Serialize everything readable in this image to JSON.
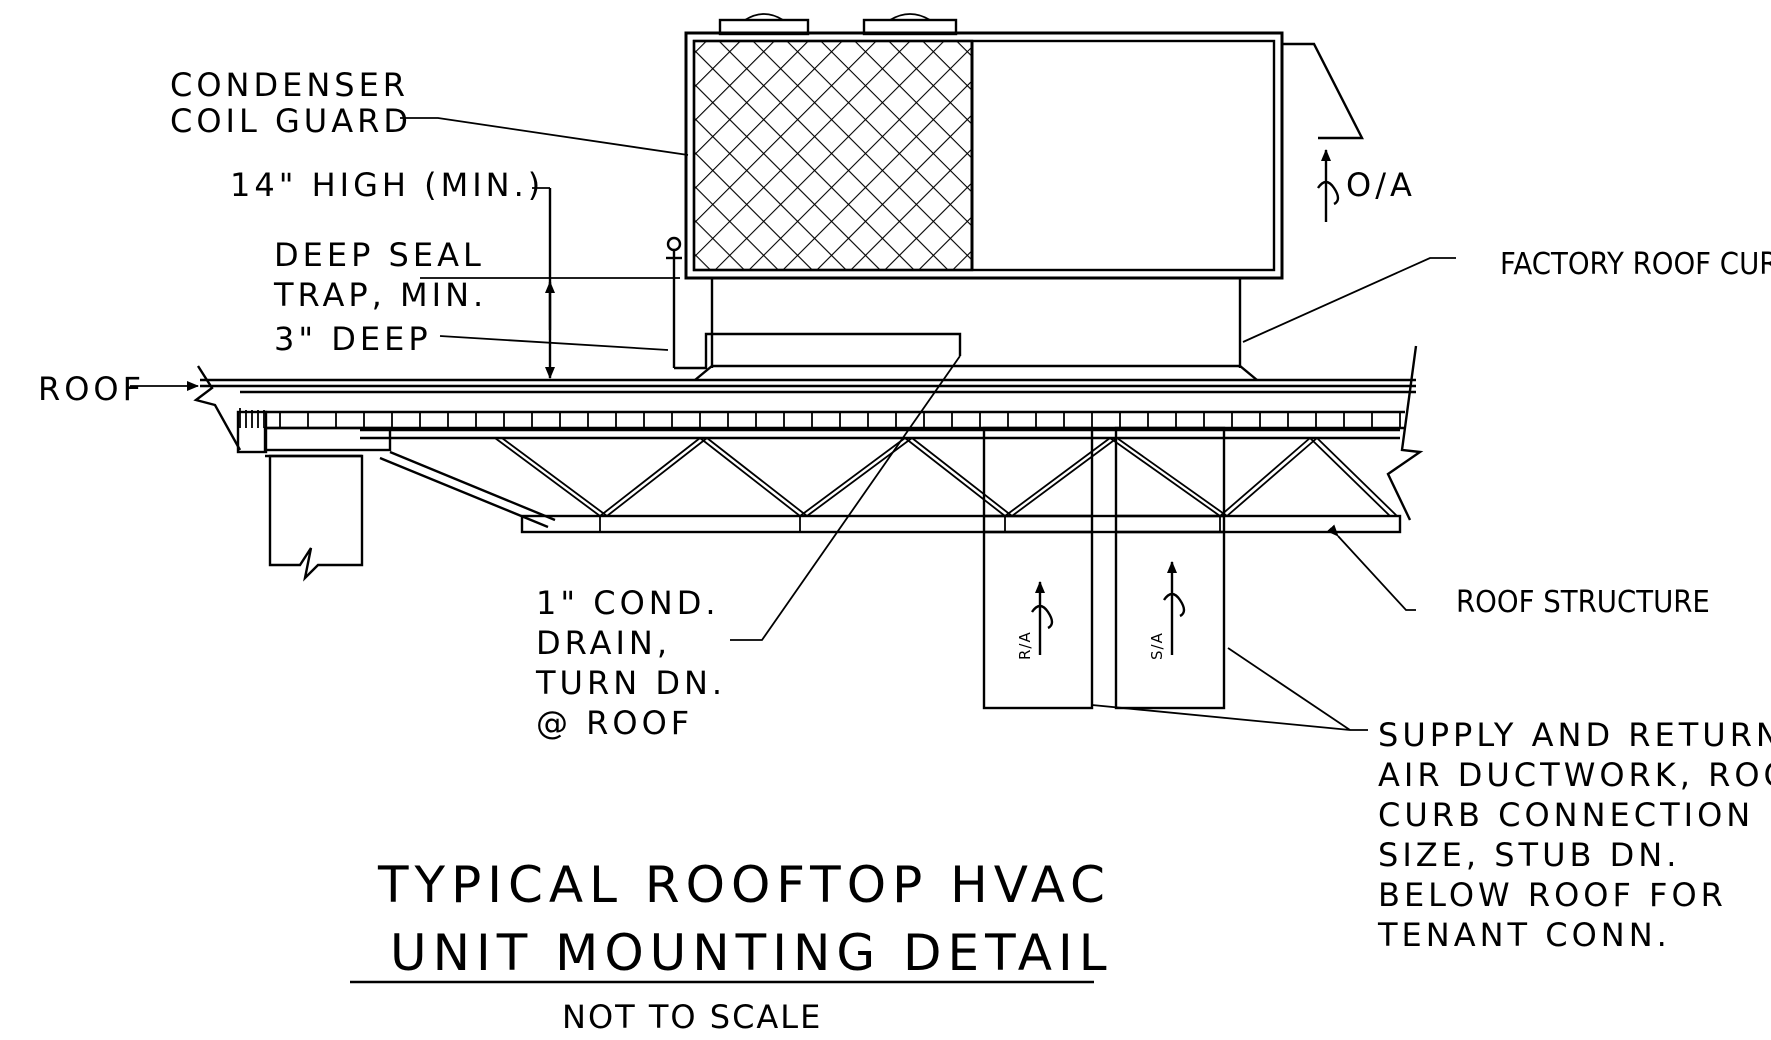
{
  "labels": {
    "condenser_line1": "CONDENSER",
    "condenser_line2": "COIL GUARD",
    "high_min": "14\" HIGH (MIN.)",
    "trap_line1": "DEEP SEAL",
    "trap_line2": "TRAP, MIN.",
    "trap_line3": "3\" DEEP",
    "roof": "ROOF",
    "outside_air": "O/A",
    "factory_roof_curb": "FACTORY ROOF CURB",
    "roof_structure": "ROOF STRUCTURE",
    "return_air": "R/A",
    "supply_air": "S/A",
    "drain_line1": "1\" COND.",
    "drain_line2": "DRAIN,",
    "drain_line3": "TURN DN.",
    "drain_line4": "@ ROOF",
    "duct_line1": "SUPPLY AND RETURN",
    "duct_line2": "AIR DUCTWORK, ROOF",
    "duct_line3": "CURB CONNECTION",
    "duct_line4": "SIZE, STUB DN.",
    "duct_line5": "BELOW ROOF FOR",
    "duct_line6": "TENANT CONN."
  },
  "title": {
    "line1": "TYPICAL ROOFTOP HVAC",
    "line2": "UNIT MOUNTING DETAIL",
    "scale_note": "NOT TO SCALE"
  },
  "colors": {
    "line": "#000000",
    "background": "#ffffff"
  }
}
